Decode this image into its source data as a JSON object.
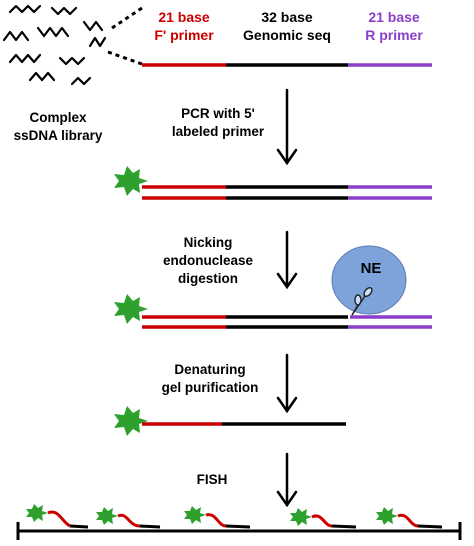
{
  "library": {
    "label_line1": "Complex",
    "label_line2": "ssDNA library"
  },
  "segments": {
    "forward": {
      "line1": "21 base",
      "line2": "F' primer",
      "color": "#cc0000"
    },
    "genomic": {
      "line1": "32 base",
      "line2": "Genomic seq",
      "color": "#000000"
    },
    "reverse": {
      "line1": "21 base",
      "line2": "R primer",
      "color": "#8a3fc8"
    }
  },
  "steps": [
    {
      "line1": "PCR with 5'",
      "line2": "labeled primer"
    },
    {
      "line1": "Nicking",
      "line2": "endonuclease",
      "line3": "digestion"
    },
    {
      "line1": "Denaturing",
      "line2": "gel purification"
    },
    {
      "line1": "FISH"
    }
  ],
  "enzyme": {
    "label": "NE",
    "color": "#6f9ad8"
  },
  "label_color": "#2ea02e"
}
